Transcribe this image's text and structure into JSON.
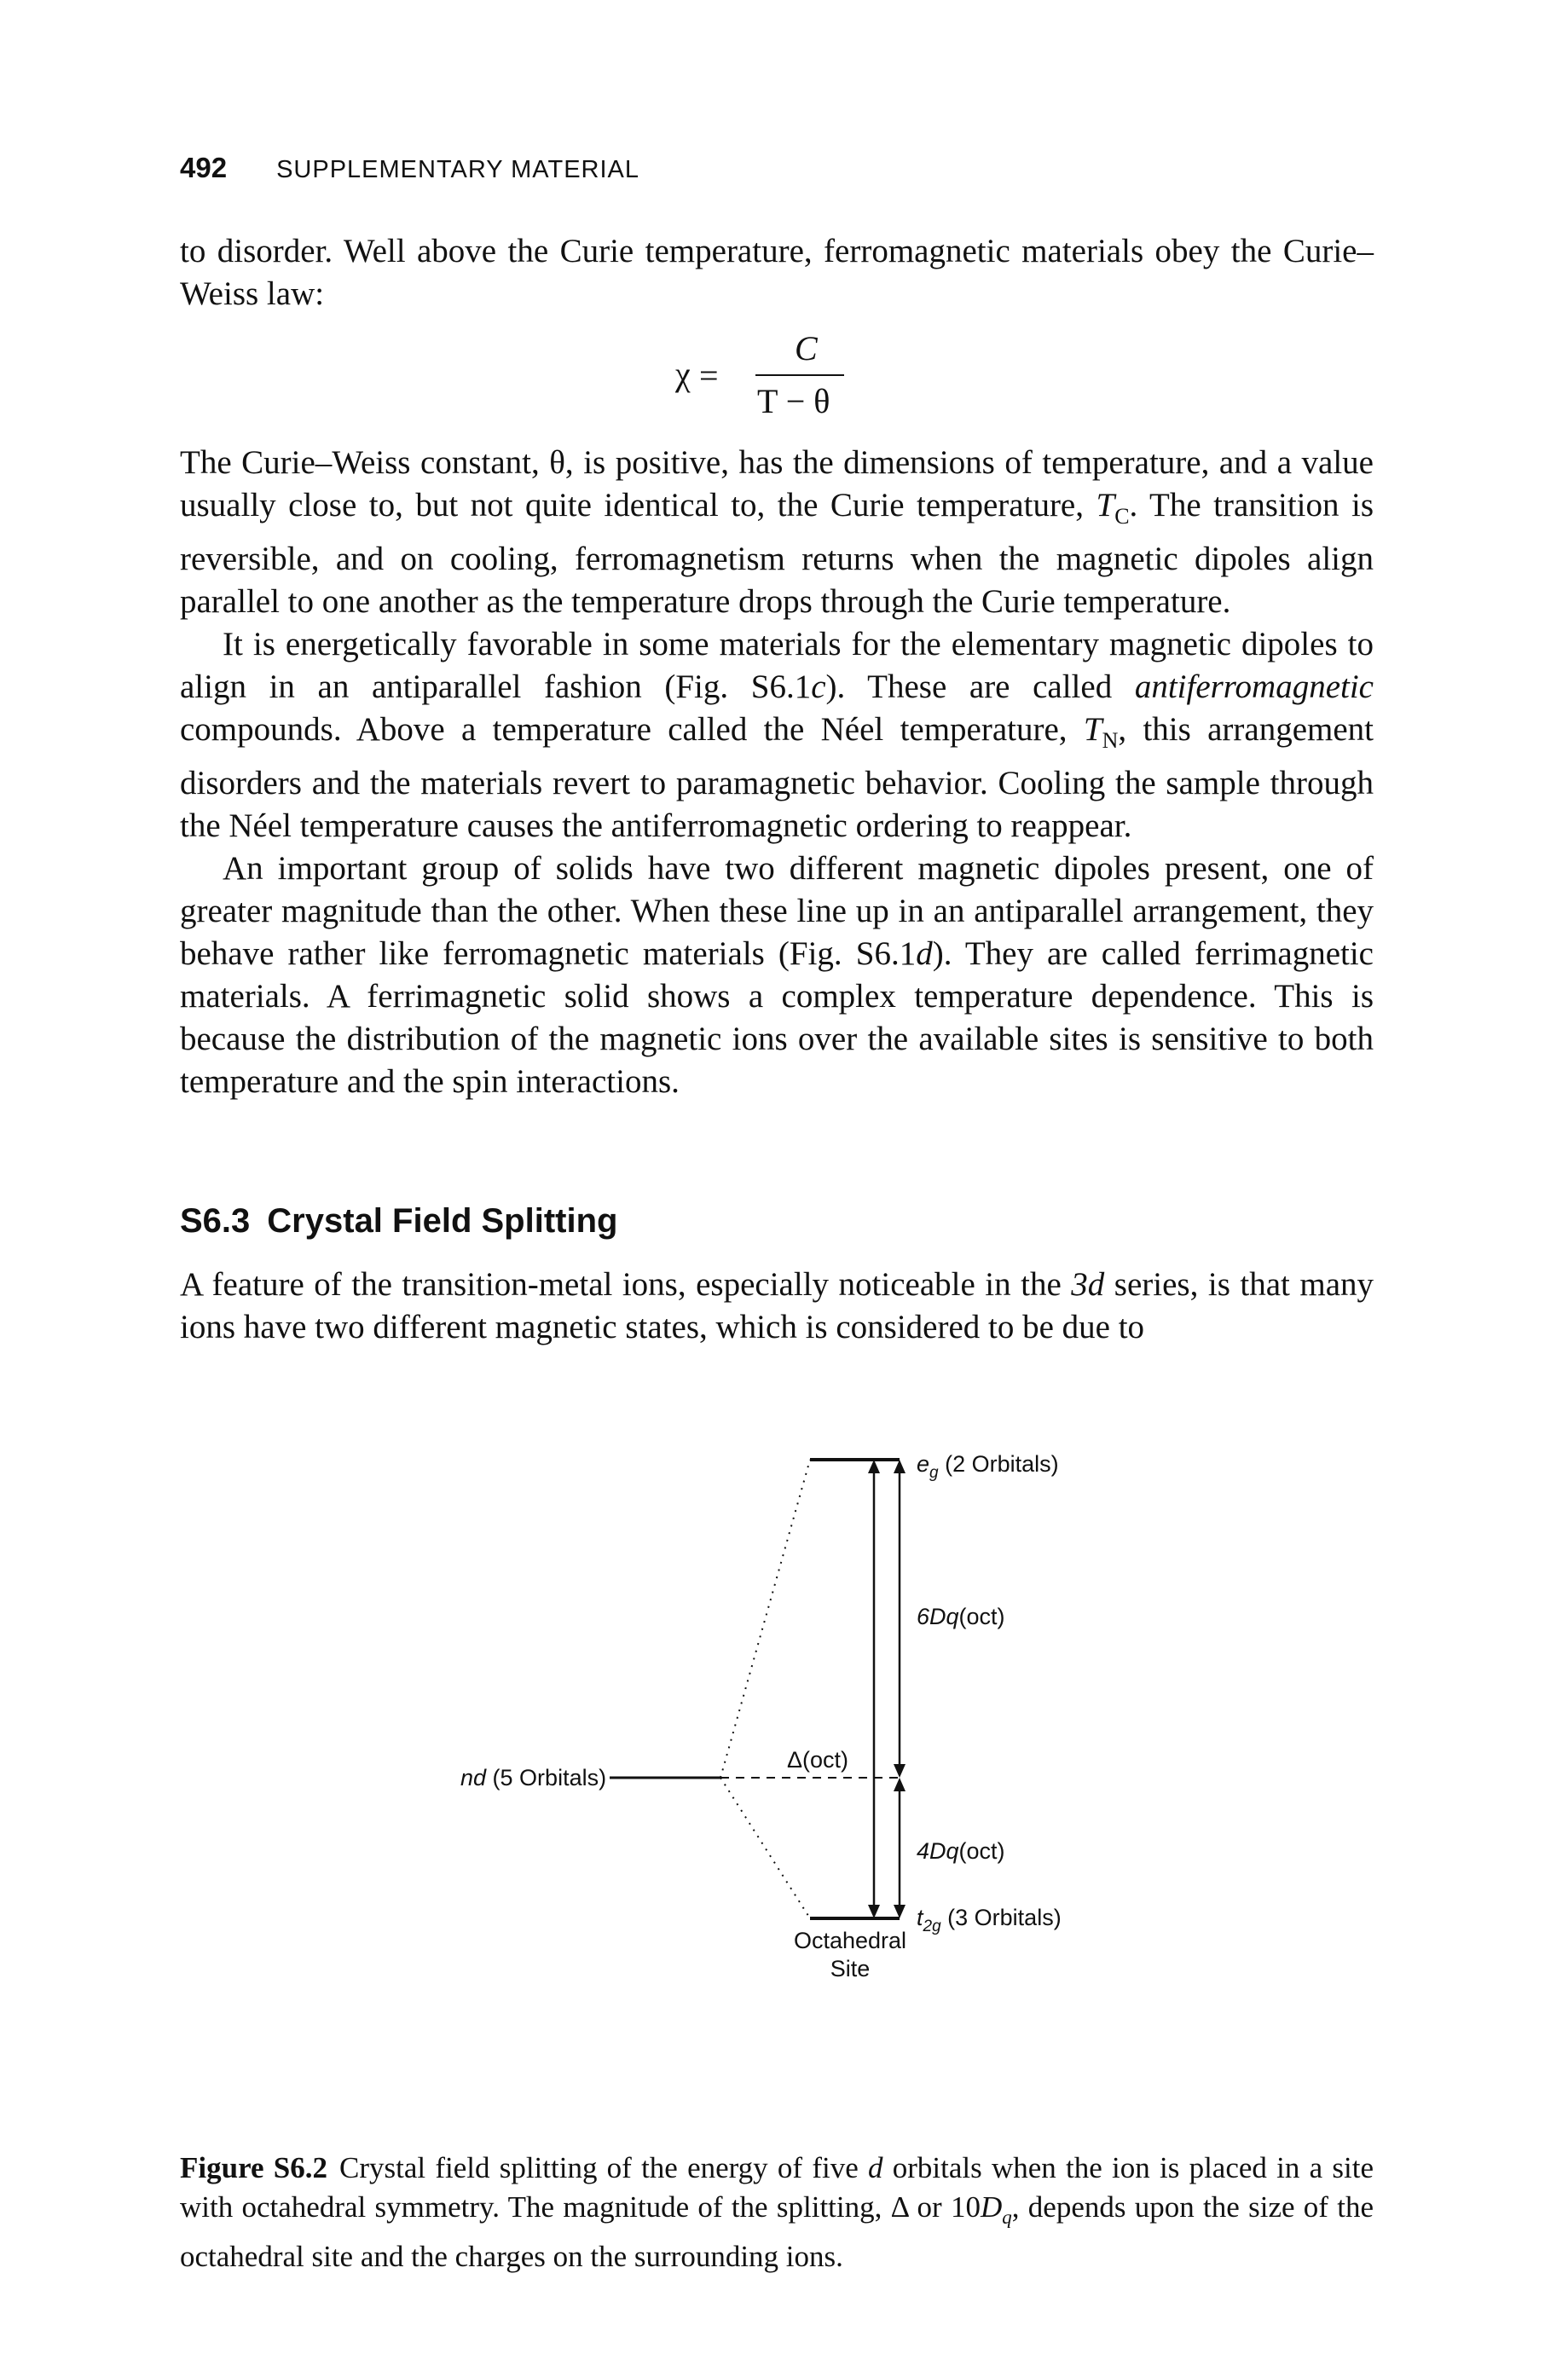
{
  "header": {
    "page_number": "492",
    "running_title": "SUPPLEMENTARY MATERIAL"
  },
  "para1": "to disorder. Well above the Curie temperature, ferromagnetic materials obey the Curie–Weiss law:",
  "equation": {
    "lhs": "χ",
    "equals": "=",
    "numerator": "C",
    "denominator": "T − θ"
  },
  "para2": {
    "a": "The Curie–Weiss constant, θ, is positive, has the dimensions of temperature, and a value usually close to, but not quite identical to, the Curie temperature, ",
    "tc_main": "T",
    "tc_sub": "C",
    "b": ". The transition is reversible, and on cooling, ferromagnetism returns when the magnetic dipoles align parallel to one another as the temperature drops through the Curie temperature."
  },
  "para3": {
    "a": "It is energetically favorable in some materials for the elementary magnetic dipoles to align in an antiparallel fashion (Fig. S6.1",
    "a_italic": "c",
    "b": "). These are called ",
    "b_italic": "antiferromagnetic",
    "c": " compounds. Above a temperature called the Néel temperature, ",
    "tn_main": "T",
    "tn_sub": "N",
    "d": ", this arrangement disorders and the materials revert to paramagnetic behavior. Cooling the sample through the Néel temperature causes the antiferromagnetic ordering to reappear."
  },
  "para4": {
    "a": "An important group of solids have two different magnetic dipoles present, one of greater magnitude than the other. When these line up in an antiparallel arrangement, they behave rather like ferromagnetic materials (Fig. S6.1",
    "a_italic": "d",
    "b": "). They are called ferrimagnetic materials. A ferrimagnetic solid shows a complex temperature dependence. This is because the distribution of the magnetic ions over the available sites is sensitive to both temperature and the spin interactions."
  },
  "section": {
    "number": "S6.3",
    "title": "Crystal Field Splitting"
  },
  "para5": {
    "a": "A feature of the transition-metal ions, especially noticeable in the ",
    "a_italic": "3d",
    "b": " series, is that many ions have two different magnetic states, which is considered to be due to"
  },
  "figure": {
    "eg_main": "e",
    "eg_sub": "g",
    "eg_rest": " (2 Orbitals)",
    "six_dq_italic": "6Dq",
    "six_dq_rest": "(oct)",
    "nd_italic": "nd",
    "nd_rest": " (5 Orbitals)",
    "delta": "Δ(oct)",
    "four_dq_italic": "4Dq",
    "four_dq_rest": "(oct)",
    "t2g_main": "t",
    "t2g_sub": "2g",
    "t2g_rest": " (3 Orbitals)",
    "site_line1": "Octahedral",
    "site_line2": "Site"
  },
  "caption": {
    "label": "Figure S6.2",
    "a": "Crystal field splitting of the energy of five ",
    "a_italic": "d",
    "b": " orbitals when the ion is placed in a site with octahedral symmetry. The magnitude of the splitting, Δ or 10",
    "dq_main": "D",
    "dq_sub": "q",
    "c": ", depends upon the size of the octahedral site and the charges on the surrounding ions."
  }
}
